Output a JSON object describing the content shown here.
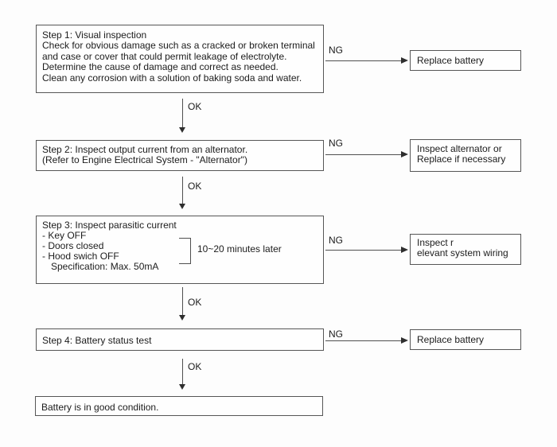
{
  "labels": {
    "ok": "OK",
    "ng": "NG"
  },
  "steps": {
    "step1": {
      "text": "Step 1: Visual inspection\nCheck for obvious damage such as a cracked or broken terminal\nand case or cover that could permit leakage of electrolyte.\nDetermine the cause of damage and correct as needed.\nClean any corrosion with a solution of baking soda and water."
    },
    "step2": {
      "text": "Step 2: Inspect output current from an alternator.\n(Refer to Engine Electrical System - \"Alternator\")"
    },
    "step3": {
      "title": "Step 3: Inspect parasitic current",
      "conditions": [
        "- Key OFF",
        "- Doors closed",
        "- Hood swich OFF"
      ],
      "specification": "Specification: Max. 50mA",
      "note": "10~20 minutes later"
    },
    "step4": {
      "text": "Step 4: Battery status test"
    },
    "result": {
      "text": "Battery is in good condition."
    }
  },
  "ng_actions": {
    "step1": "Replace battery",
    "step2": "Inspect alternator or\nReplace if necessary",
    "step3": "Inspect r\nelevant system wiring",
    "step4": "Replace battery"
  },
  "colors": {
    "background": "#fdfdfd",
    "box_border": "#565656",
    "line": "#4f4f4f",
    "text": "#1c1c1c"
  }
}
